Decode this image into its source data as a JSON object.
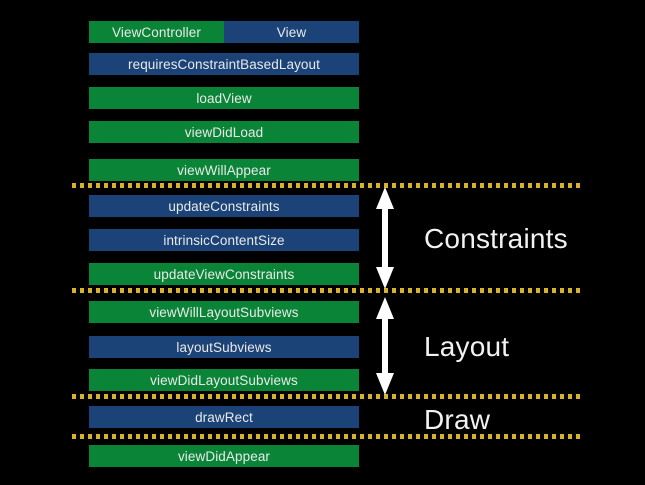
{
  "canvas": {
    "background": "#000000",
    "bar_green": "#0a8537",
    "bar_blue": "#1b4377",
    "divider_color": "#d9b22b",
    "arrow_color": "#ffffff",
    "text_color": "#e9e9e9"
  },
  "legend": {
    "view_controller": "ViewController",
    "view": "View"
  },
  "lifecycle": [
    {
      "label": "requiresConstraintBasedLayout",
      "owner": "View"
    },
    {
      "label": "loadView",
      "owner": "ViewController"
    },
    {
      "label": "viewDidLoad",
      "owner": "ViewController"
    },
    {
      "label": "viewWillAppear",
      "owner": "ViewController"
    },
    {
      "label": "updateConstraints",
      "owner": "View"
    },
    {
      "label": "intrinsicContentSize",
      "owner": "View"
    },
    {
      "label": "updateViewConstraints",
      "owner": "ViewController"
    },
    {
      "label": "viewWillLayoutSubviews",
      "owner": "ViewController"
    },
    {
      "label": "layoutSubviews",
      "owner": "View"
    },
    {
      "label": "viewDidLayoutSubviews",
      "owner": "ViewController"
    },
    {
      "label": "drawRect",
      "owner": "View"
    },
    {
      "label": "viewDidAppear",
      "owner": "ViewController"
    }
  ],
  "phases": [
    {
      "name": "Constraints"
    },
    {
      "name": "Layout"
    },
    {
      "name": "Draw"
    }
  ]
}
